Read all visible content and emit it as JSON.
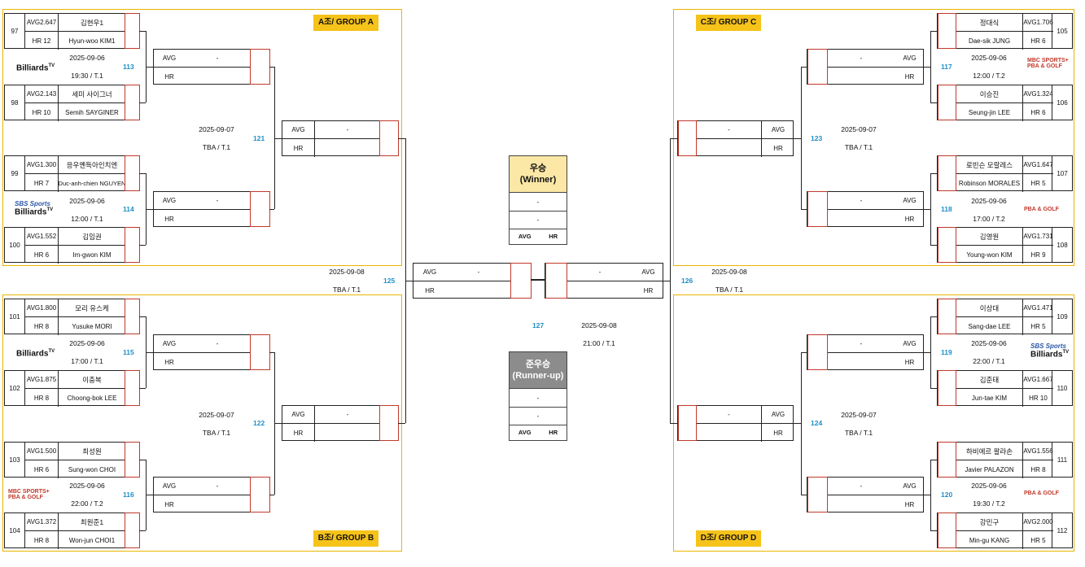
{
  "groups": {
    "A": "A조/ GROUP A",
    "B": "B조/ GROUP B",
    "C": "C조/ GROUP C",
    "D": "D조/ GROUP D"
  },
  "players": {
    "p97": {
      "seed": "97",
      "kor": "김현우1",
      "eng": "Hyun-woo KIM1",
      "avg": "AVG2.647",
      "hr": "HR 12"
    },
    "p98": {
      "seed": "98",
      "kor": "세미 사이그너",
      "eng": "Semih SAYGINER",
      "avg": "AVG2.143",
      "hr": "HR 10"
    },
    "p99": {
      "seed": "99",
      "kor": "응우옌득아인치엔",
      "eng": "Duc-anh-chien NGUYEN",
      "avg": "AVG1.300",
      "hr": "HR 7"
    },
    "p100": {
      "seed": "100",
      "kor": "김임권",
      "eng": "Im-gwon KIM",
      "avg": "AVG1.552",
      "hr": "HR 6"
    },
    "p101": {
      "seed": "101",
      "kor": "모리 유스케",
      "eng": "Yusuke MORI",
      "avg": "AVG1.800",
      "hr": "HR 8"
    },
    "p102": {
      "seed": "102",
      "kor": "이충복",
      "eng": "Choong-bok LEE",
      "avg": "AVG1.875",
      "hr": "HR 8"
    },
    "p103": {
      "seed": "103",
      "kor": "최성원",
      "eng": "Sung-won CHOI",
      "avg": "AVG1.500",
      "hr": "HR 6"
    },
    "p104": {
      "seed": "104",
      "kor": "최원준1",
      "eng": "Won-jun CHOI1",
      "avg": "AVG1.372",
      "hr": "HR 8"
    },
    "p105": {
      "seed": "105",
      "kor": "정대식",
      "eng": "Dae-sik JUNG",
      "avg": "AVG1.706",
      "hr": "HR 6"
    },
    "p106": {
      "seed": "106",
      "kor": "이승진",
      "eng": "Seung-jin LEE",
      "avg": "AVG1.324",
      "hr": "HR 6"
    },
    "p107": {
      "seed": "107",
      "kor": "로빈슨 모랄레스",
      "eng": "Robinson MORALES",
      "avg": "AVG1.647",
      "hr": "HR 5"
    },
    "p108": {
      "seed": "108",
      "kor": "김영원",
      "eng": "Young-won KIM",
      "avg": "AVG1.731",
      "hr": "HR 9"
    },
    "p109": {
      "seed": "109",
      "kor": "이상대",
      "eng": "Sang-dae LEE",
      "avg": "AVG1.471",
      "hr": "HR 5"
    },
    "p110": {
      "seed": "110",
      "kor": "김준태",
      "eng": "Jun-tae KIM",
      "avg": "AVG1.667",
      "hr": "HR 10"
    },
    "p111": {
      "seed": "111",
      "kor": "하비에르 팔라손",
      "eng": "Javier PALAZON",
      "avg": "AVG1.556",
      "hr": "HR 8"
    },
    "p112": {
      "seed": "112",
      "kor": "강민구",
      "eng": "Min-gu KANG",
      "avg": "AVG2.000",
      "hr": "HR 5"
    }
  },
  "matches": {
    "m113": {
      "num": "113",
      "date": "2025-09-06",
      "time": "19:30 / T.1"
    },
    "m114": {
      "num": "114",
      "date": "2025-09-06",
      "time": "12:00 / T.1"
    },
    "m115": {
      "num": "115",
      "date": "2025-09-06",
      "time": "17:00 / T.1"
    },
    "m116": {
      "num": "116",
      "date": "2025-09-06",
      "time": "22:00 / T.2"
    },
    "m117": {
      "num": "117",
      "date": "2025-09-06",
      "time": "12:00 / T.2"
    },
    "m118": {
      "num": "118",
      "date": "2025-09-06",
      "time": "17:00 / T.2"
    },
    "m119": {
      "num": "119",
      "date": "2025-09-06",
      "time": "22:00 / T.1"
    },
    "m120": {
      "num": "120",
      "date": "2025-09-06",
      "time": "19:30 / T.2"
    },
    "m121": {
      "num": "121",
      "date": "2025-09-07",
      "time": "TBA / T.1"
    },
    "m122": {
      "num": "122",
      "date": "2025-09-07",
      "time": "TBA / T.1"
    },
    "m123": {
      "num": "123",
      "date": "2025-09-07",
      "time": "TBA / T.1"
    },
    "m124": {
      "num": "124",
      "date": "2025-09-07",
      "time": "TBA / T.1"
    },
    "m125": {
      "num": "125",
      "date": "2025-09-08",
      "time": "TBA / T.1"
    },
    "m126": {
      "num": "126",
      "date": "2025-09-08",
      "time": "TBA / T.1"
    },
    "m127": {
      "num": "127",
      "date": "2025-09-08",
      "time": "21:00 / T.1"
    }
  },
  "labels": {
    "avg": "AVG",
    "hr": "HR",
    "dash": "-",
    "winner_kor": "우승",
    "winner_eng": "(Winner)",
    "runner_kor": "준우승",
    "runner_eng": "(Runner-up)"
  },
  "logos": {
    "billiards": "Billiards",
    "billiards_tv": "TV",
    "sbs": "SBS Sports",
    "mbc": "MBC SPORTS+",
    "pba": "PBA & GOLF"
  },
  "colors": {
    "group_border": "#e8b600",
    "group_tag": "#f6c31a",
    "match_number": "#1e8fc8",
    "box_accent": "#c0392b",
    "runner_header": "#8c8c8c",
    "winner_header": "#fbe7a6"
  }
}
